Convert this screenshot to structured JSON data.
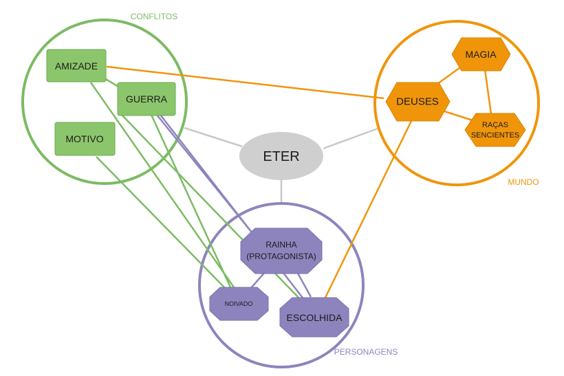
{
  "colors": {
    "green_stroke": "#7cbb63",
    "green_fill": "#8cc66c",
    "green_node_stroke": "#6aa84f",
    "orange": "#f0950a",
    "orange_node_stroke": "#d98200",
    "purple": "#8e84bd",
    "purple_node_stroke": "#7a70ab",
    "center_fill": "#cfcfcf",
    "connector": "#c8c8c8"
  },
  "groups": {
    "conflitos": {
      "label": "CONFLITOS"
    },
    "mundo": {
      "label": "MUNDO"
    },
    "personagens": {
      "label": "PERSONAGENS"
    }
  },
  "nodes": {
    "eter": {
      "label": "ETER"
    },
    "amizade": {
      "label": "AMIZADE"
    },
    "guerra": {
      "label": "GUERRA"
    },
    "motivo": {
      "label": "MOTIVO"
    },
    "magia": {
      "label": "MAGIA"
    },
    "deuses": {
      "label": "DEUSES"
    },
    "racas_line1": {
      "label": "RAÇAS"
    },
    "racas_line2": {
      "label": "SENCIENTES"
    },
    "rainha_line1": {
      "label": "RAINHA"
    },
    "rainha_line2": {
      "label": "(PROTAGONISTA)"
    },
    "noivado": {
      "label": "NOIVADO"
    },
    "escolhida": {
      "label": "ESCOLHIDA"
    }
  }
}
